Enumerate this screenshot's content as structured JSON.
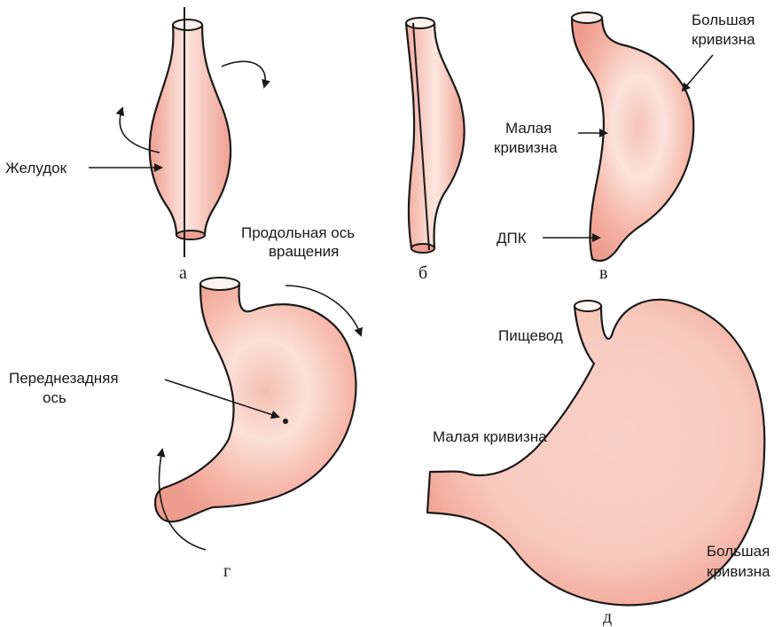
{
  "labels": {
    "zheludok": "Желудок",
    "prodolnaya_os_line1": "Продольная ось",
    "prodolnaya_os_line2": "вращения",
    "bolshaya_kriv_line1": "Большая",
    "bolshaya_kriv_line2": "кривизна",
    "malaya_kriv_line1": "Малая",
    "malaya_kriv_line2": "кривизна",
    "dpk": "ДПК",
    "perednezadnyaya_line1": "Переднезадняя",
    "perednezadnyaya_line2": "ось",
    "pishchevod": "Пищевод",
    "malaya_kriv_full": "Малая кривизна",
    "bolshaya_kriv_d_line1": "Большая",
    "bolshaya_kriv_d_line2": "кривизна"
  },
  "panel_letters": {
    "a": "а",
    "b": "б",
    "v": "в",
    "g": "г",
    "d": "д"
  },
  "colors": {
    "organ_fill": "#f2a99d",
    "organ_highlight": "#fbe3dc",
    "outline": "#1a1a1a"
  }
}
